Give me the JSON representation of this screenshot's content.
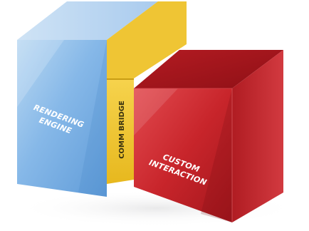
{
  "blocks": {
    "rendering_engine": {
      "line1": "RENDERING",
      "line2": "ENGINE",
      "color": "#7fb2e5"
    },
    "comm_bridge": {
      "label": "COMM BRIDGE",
      "color": "#f0c233"
    },
    "custom_interaction": {
      "line1": "CUSTOM",
      "line2": "INTERACTION",
      "color": "#c8252b"
    }
  }
}
